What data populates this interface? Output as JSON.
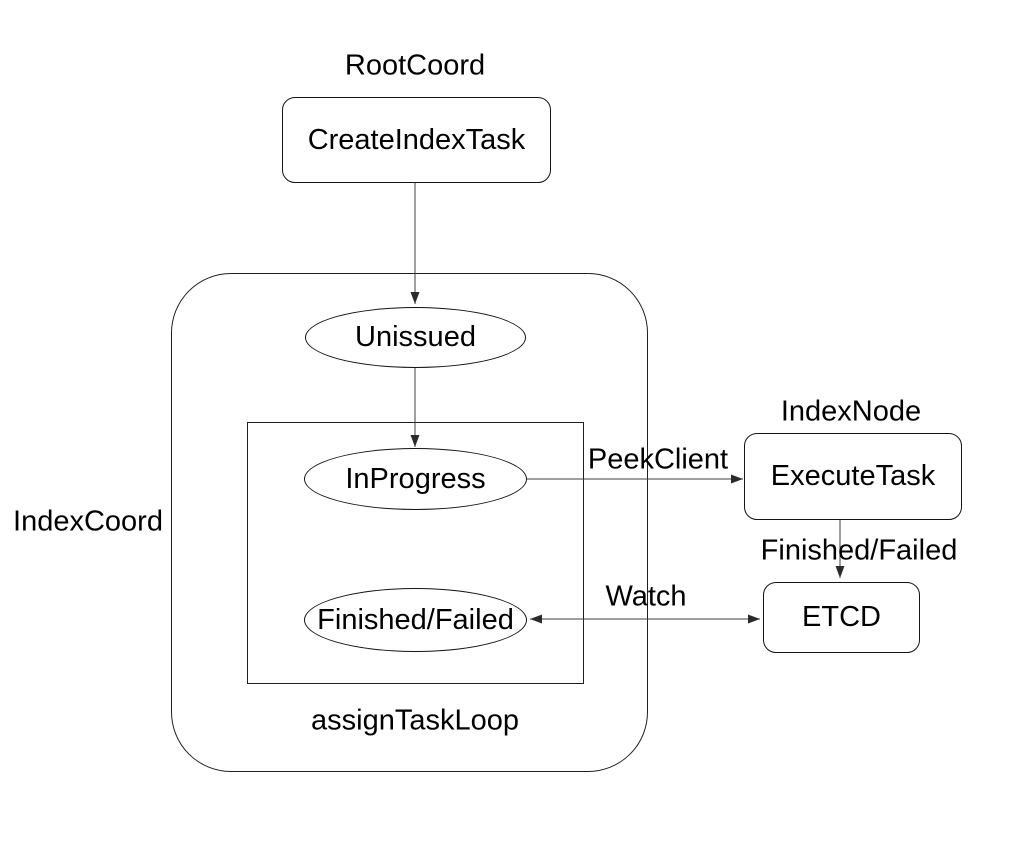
{
  "diagram": {
    "regions": {
      "root_coord": "RootCoord",
      "index_coord": "IndexCoord",
      "index_node": "IndexNode",
      "assign_task_loop": "assignTaskLoop"
    },
    "nodes": {
      "create_index_task": "CreateIndexTask",
      "unissued": "Unissued",
      "in_progress": "InProgress",
      "finished_failed": "Finished/Failed",
      "execute_task": "ExecuteTask",
      "etcd": "ETCD"
    },
    "edge_labels": {
      "peek_client": "PeekClient",
      "watch": "Watch",
      "finished_failed": "Finished/Failed"
    },
    "colors": {
      "background": "#ffffff",
      "stroke": "#000000",
      "text": "#000000"
    }
  }
}
